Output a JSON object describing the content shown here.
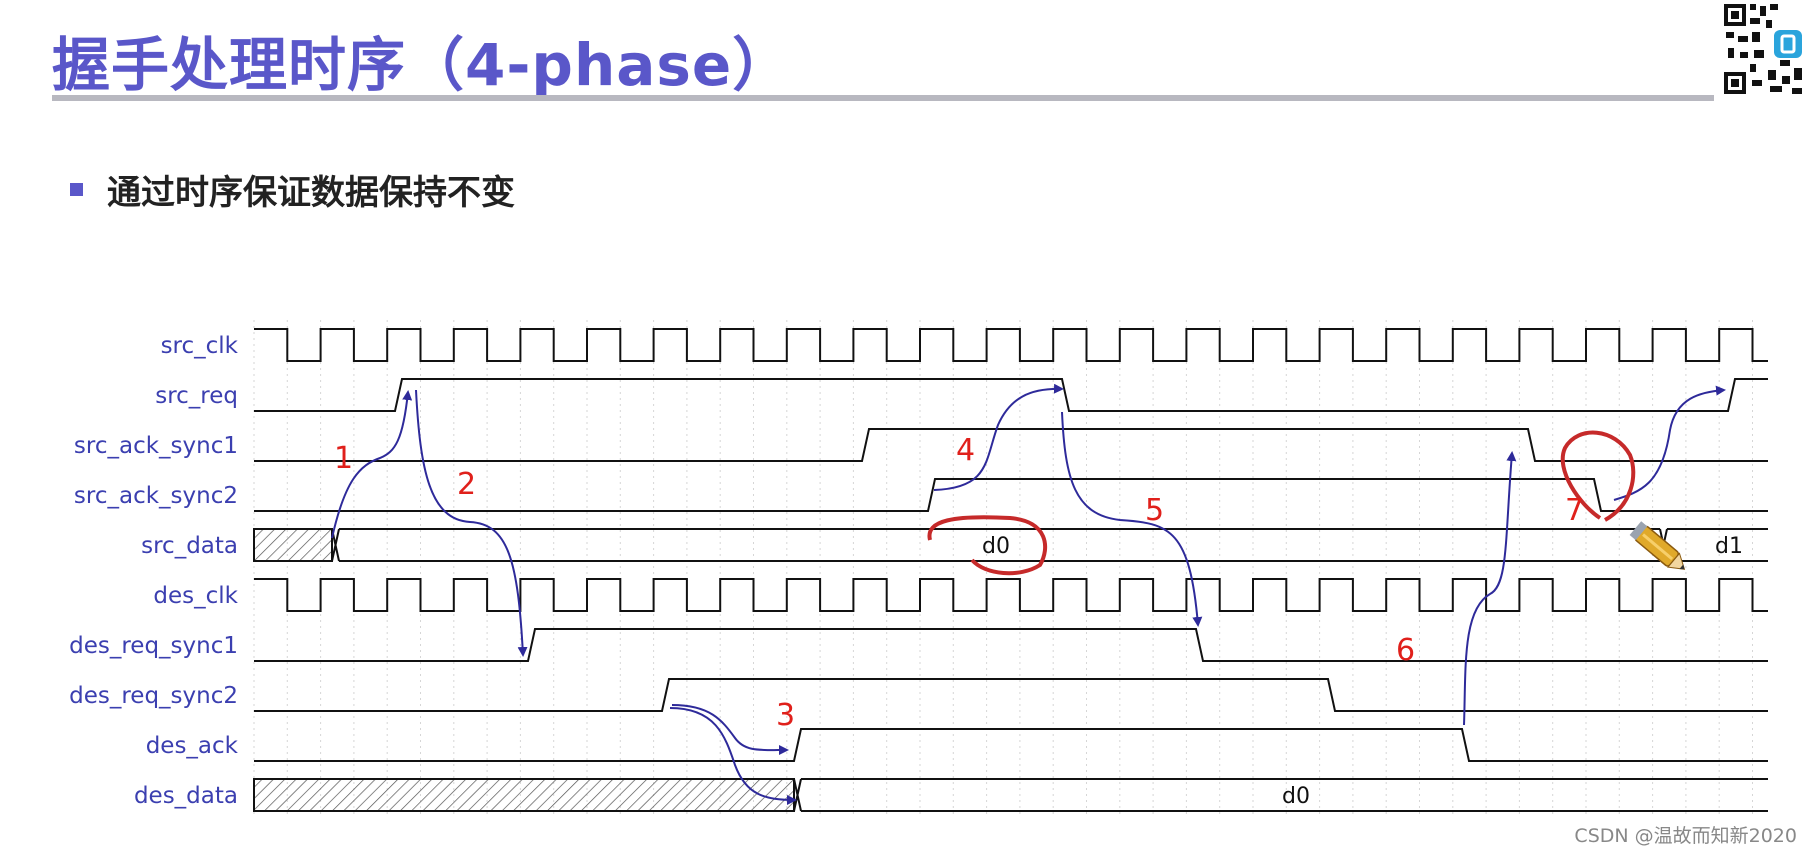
{
  "slide": {
    "title": "握手处理时序（4-phase）",
    "bullet": "通过时序保证数据保持不变",
    "watermark": "CSDN @温故而知新2020"
  },
  "colors": {
    "title": "#5a57c9",
    "signal_label": "#3b3fb0",
    "annotation": "#e0201b",
    "arrow": "#2e2a9a",
    "wave": "#000000"
  },
  "signals": [
    {
      "name": "src_clk"
    },
    {
      "name": "src_req"
    },
    {
      "name": "src_ack_sync1"
    },
    {
      "name": "src_ack_sync2"
    },
    {
      "name": "src_data"
    },
    {
      "name": "des_clk"
    },
    {
      "name": "des_req_sync1"
    },
    {
      "name": "des_req_sync2"
    },
    {
      "name": "des_ack"
    },
    {
      "name": "des_data"
    }
  ],
  "bus_values": {
    "src_data_d0": "d0",
    "src_data_d1": "d1",
    "des_data_d0": "d0"
  },
  "steps": [
    "1",
    "2",
    "3",
    "4",
    "5",
    "6",
    "7"
  ],
  "icons": [
    "qr-code-icon",
    "pencil-cursor-icon"
  ]
}
